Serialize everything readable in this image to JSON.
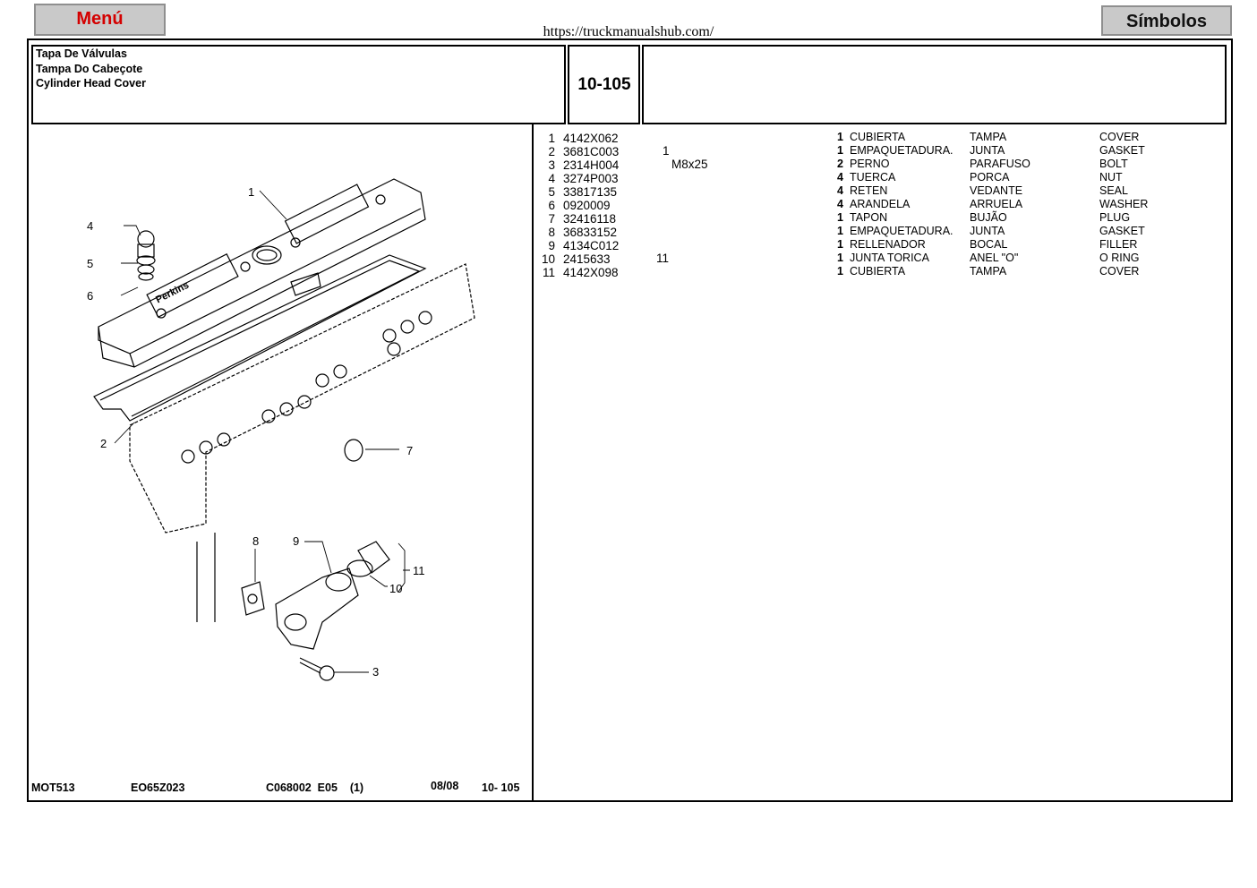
{
  "nav": {
    "menu_label": "Menú",
    "symbols_label": "Símbolos"
  },
  "url": "https://truckmanualshub.com/",
  "title": {
    "es": "Tapa De Válvulas",
    "pt": "Tampa Do Cabeçote",
    "en": "Cylinder Head Cover"
  },
  "section_code": "10-105",
  "parts": [
    {
      "item": "1",
      "part_no": "4142X062",
      "ref": "",
      "size": "",
      "qty": "1",
      "es": "CUBIERTA",
      "pt": "TAMPA",
      "en": "COVER"
    },
    {
      "item": "2",
      "part_no": "3681C003",
      "ref": "1",
      "size": "",
      "qty": "1",
      "es": "EMPAQUETADURA.",
      "pt": "JUNTA",
      "en": "GASKET"
    },
    {
      "item": "3",
      "part_no": "2314H004",
      "ref": "",
      "size": "M8x25",
      "qty": "2",
      "es": "PERNO",
      "pt": "PARAFUSO",
      "en": "BOLT"
    },
    {
      "item": "4",
      "part_no": "3274P003",
      "ref": "",
      "size": "",
      "qty": "4",
      "es": "TUERCA",
      "pt": "PORCA",
      "en": "NUT"
    },
    {
      "item": "5",
      "part_no": "33817135",
      "ref": "",
      "size": "",
      "qty": "4",
      "es": "RETEN",
      "pt": "VEDANTE",
      "en": "SEAL"
    },
    {
      "item": "6",
      "part_no": "0920009",
      "ref": "",
      "size": "",
      "qty": "4",
      "es": "ARANDELA",
      "pt": "ARRUELA",
      "en": "WASHER"
    },
    {
      "item": "7",
      "part_no": "32416118",
      "ref": "",
      "size": "",
      "qty": "1",
      "es": "TAPON",
      "pt": "BUJÃO",
      "en": "PLUG"
    },
    {
      "item": "8",
      "part_no": "36833152",
      "ref": "",
      "size": "",
      "qty": "1",
      "es": "EMPAQUETADURA.",
      "pt": "JUNTA",
      "en": "GASKET"
    },
    {
      "item": "9",
      "part_no": "4134C012",
      "ref": "",
      "size": "",
      "qty": "1",
      "es": "RELLENADOR",
      "pt": "BOCAL",
      "en": "FILLER"
    },
    {
      "item": "10",
      "part_no": "2415633",
      "ref": "11",
      "size": "",
      "qty": "1",
      "es": "JUNTA TORICA",
      "pt": "ANEL \"O\"",
      "en": "O RING"
    },
    {
      "item": "11",
      "part_no": "4142X098",
      "ref": "",
      "size": "",
      "qty": "1",
      "es": "CUBIERTA",
      "pt": "TAMPA",
      "en": "COVER"
    }
  ],
  "footer": {
    "model": "MOT513",
    "engine": "EO65Z023",
    "catalog": "C068002  E05    (1)",
    "date": "08/08",
    "page": "10- 105"
  },
  "callouts": [
    "1",
    "2",
    "3",
    "4",
    "5",
    "6",
    "7",
    "8",
    "9",
    "10",
    "11"
  ],
  "logo_text": "Perkins"
}
